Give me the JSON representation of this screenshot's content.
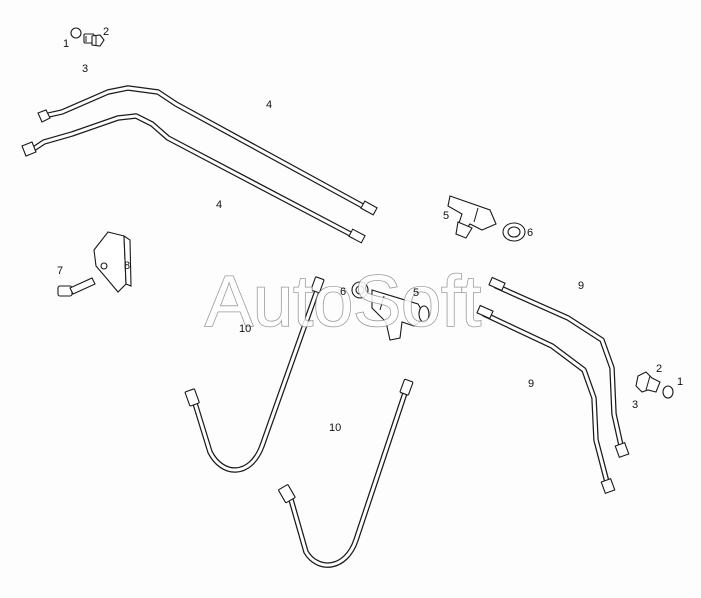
{
  "diagram": {
    "watermark": "AutoSoft",
    "callouts": [
      {
        "id": "c1a",
        "text": "1"
      },
      {
        "id": "c2a",
        "text": "2"
      },
      {
        "id": "c3a",
        "text": "3"
      },
      {
        "id": "c4a",
        "text": "4"
      },
      {
        "id": "c4b",
        "text": "4"
      },
      {
        "id": "c5a",
        "text": "5"
      },
      {
        "id": "c6a",
        "text": "6"
      },
      {
        "id": "c7a",
        "text": "7"
      },
      {
        "id": "c8a",
        "text": "8"
      },
      {
        "id": "c9a",
        "text": "9"
      },
      {
        "id": "c6b",
        "text": "6"
      },
      {
        "id": "c5b",
        "text": "5"
      },
      {
        "id": "c10a",
        "text": "10"
      },
      {
        "id": "c2b",
        "text": "2"
      },
      {
        "id": "c1b",
        "text": "1"
      },
      {
        "id": "c3b",
        "text": "3"
      },
      {
        "id": "c9b",
        "text": "9"
      },
      {
        "id": "c10b",
        "text": "10"
      }
    ]
  }
}
